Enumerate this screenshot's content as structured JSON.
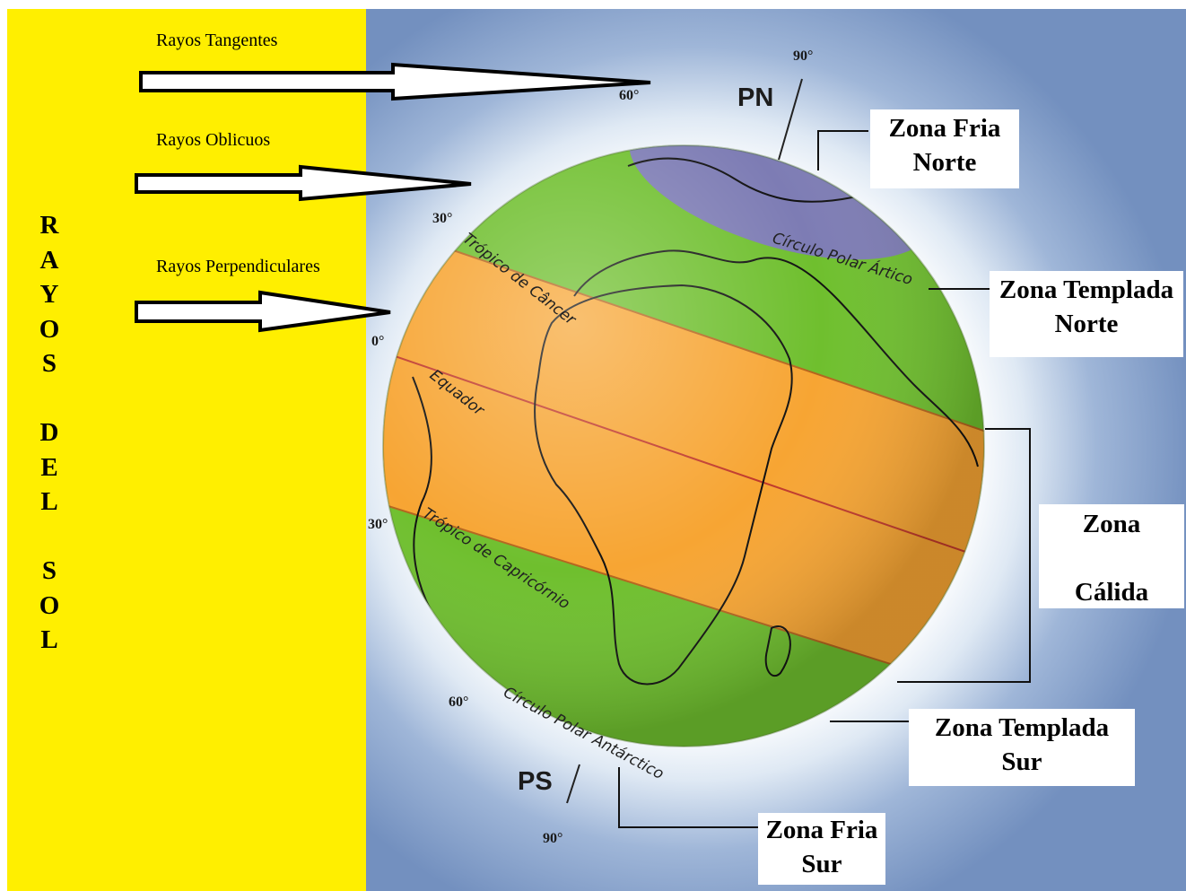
{
  "side_title": [
    "R",
    "A",
    "Y",
    "O",
    "S",
    "",
    "D",
    "E",
    "L",
    "",
    "S",
    "O",
    "L"
  ],
  "rays": {
    "tangent": "Rayos Tangentes",
    "oblique": "Rayos Oblicuos",
    "perpendicular": "Rayos Perpendiculares"
  },
  "degrees": {
    "n90": "90°",
    "n60": "60°",
    "n30": "30°",
    "eq0": "0°",
    "s30": "30°",
    "s60": "60°",
    "s90": "90°"
  },
  "poles": {
    "north": "PN",
    "south": "PS"
  },
  "globe_lines": {
    "arctic": "Círculo Polar Ártico",
    "cancer": "Trópico de Câncer",
    "equator": "Equador",
    "capricorn": "Trópico de Capricórnio",
    "antarctic": "Círculo Polar Antárctico"
  },
  "zones": {
    "fria_norte": [
      "Zona Fria",
      "Norte"
    ],
    "templada_norte": [
      "Zona Templada",
      "Norte"
    ],
    "calida": [
      "Zona",
      "Cálida"
    ],
    "templada_sur": [
      "Zona Templada",
      "Sur"
    ],
    "fria_sur": [
      "Zona Fria",
      "Sur"
    ]
  },
  "colors": {
    "sun_yellow": "#ffef00",
    "space_blue": "#7c98c4",
    "temperate_green": "#6fbf2e",
    "torrid_orange": "#f7a533",
    "polar_purple": "#7d7cb4"
  }
}
